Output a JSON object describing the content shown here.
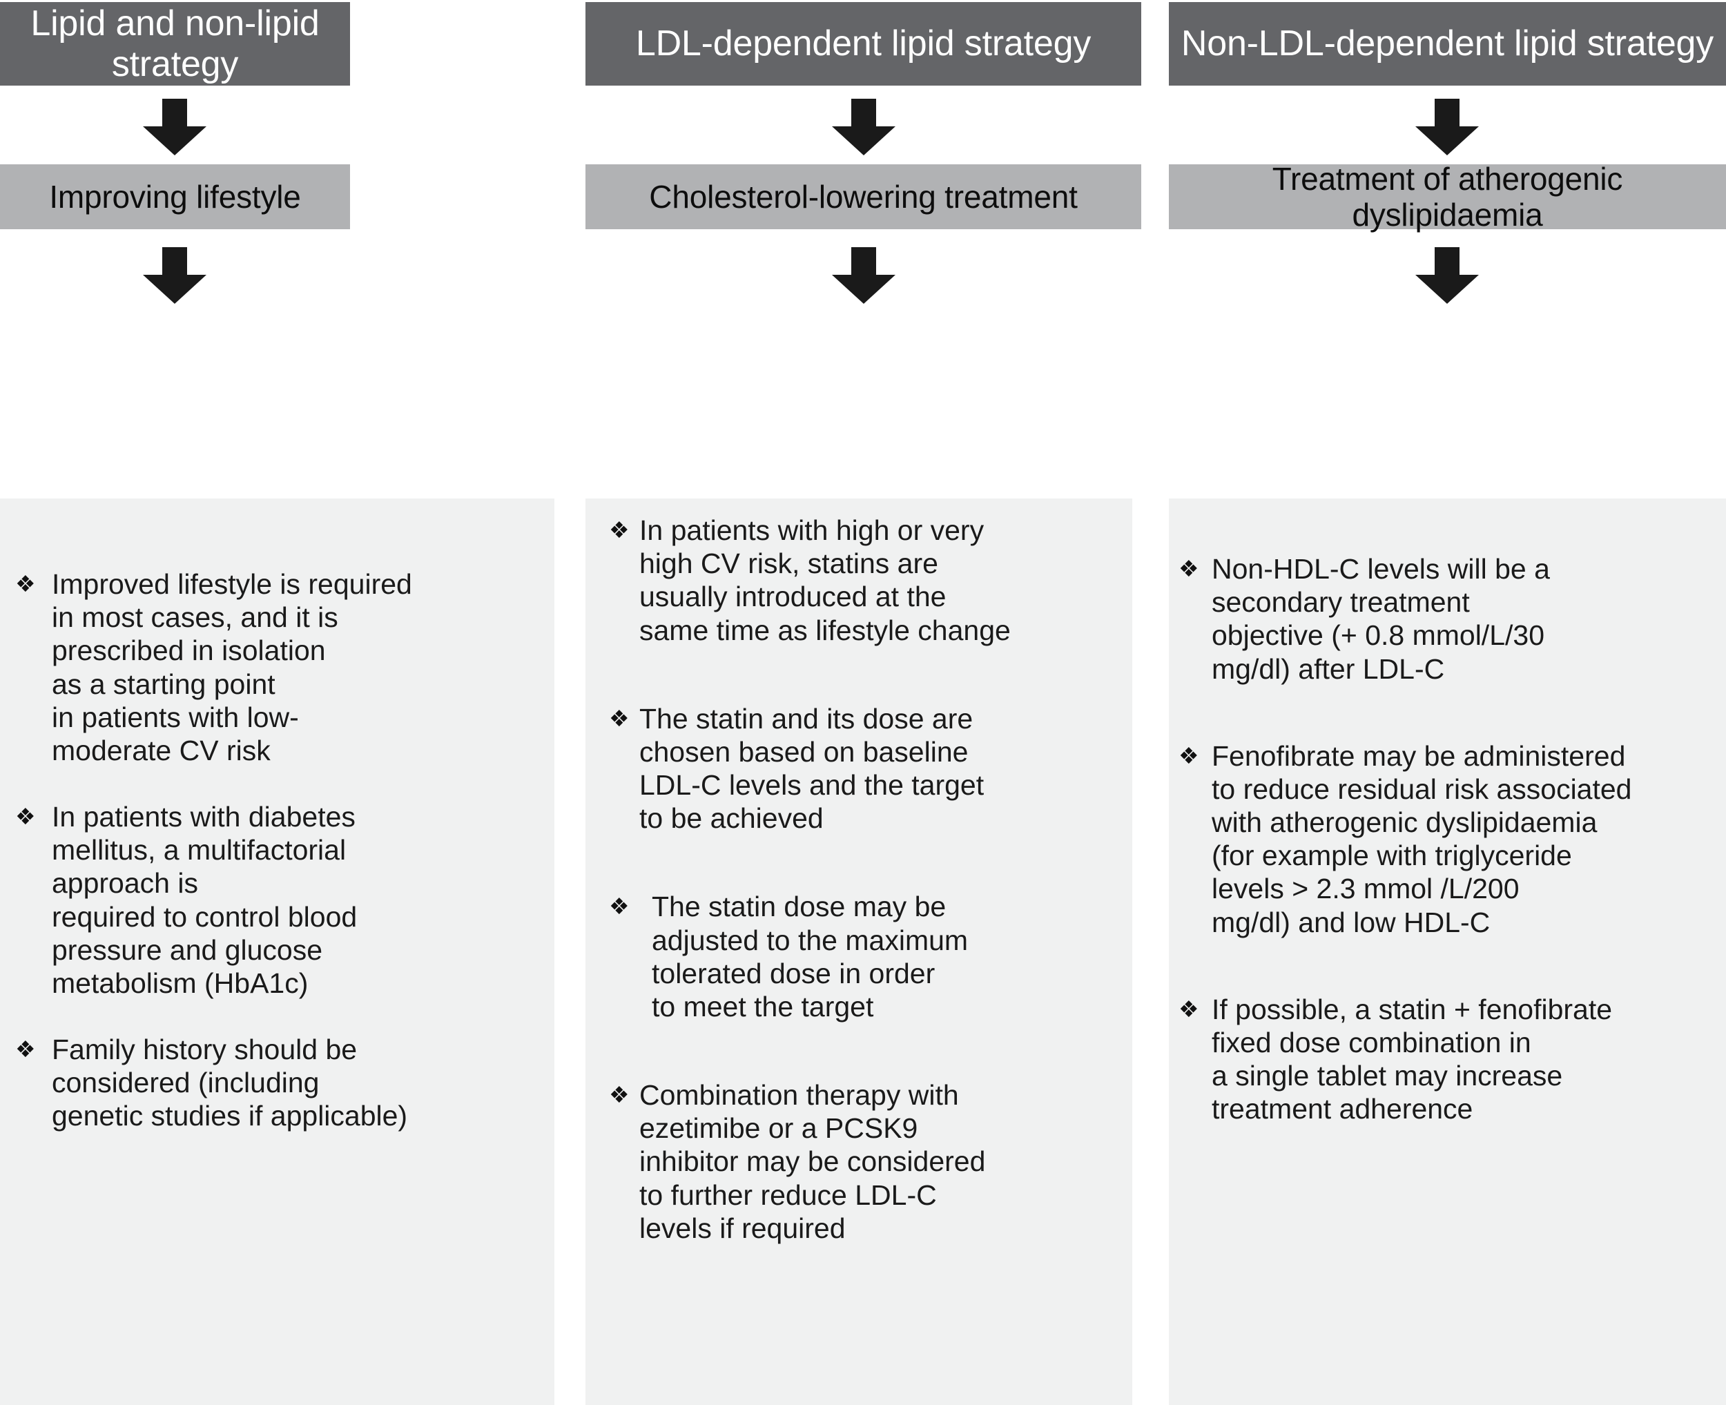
{
  "columns": [
    {
      "header": "Lipid and non-lipid strategy",
      "subheader": "Improving lifestyle",
      "bullet_glyph": "❖",
      "bullets": [
        "Improved lifestyle is required\nin most cases, and it is\nprescribed in isolation\nas a starting point\nin patients with low-\nmoderate CV risk",
        "In patients with diabetes\nmellitus, a multifactorial\napproach is\nrequired to control blood\npressure and glucose\nmetabolism (HbA1c)",
        "Family history should be\nconsidered (including\ngenetic studies if applicable)"
      ]
    },
    {
      "header": "LDL-dependent lipid strategy",
      "subheader": "Cholesterol-lowering treatment",
      "bullet_glyph": "❖",
      "bullets": [
        "In patients with high or very\nhigh CV risk, statins are\nusually introduced at the\nsame time as lifestyle change",
        "The statin and its dose are\nchosen based on baseline\nLDL-C levels and the target\nto be achieved",
        "The statin dose may be\nadjusted to the maximum\ntolerated dose in order\nto meet the target",
        "Combination therapy with\nezetimibe or a PCSK9\ninhibitor may be considered\nto further reduce LDL-C\nlevels if required"
      ]
    },
    {
      "header": "Non-LDL-dependent lipid strategy",
      "subheader": "Treatment of atherogenic dyslipidaemia",
      "bullet_glyph": "❖",
      "bullets": [
        "Non-HDL-C levels will be a\nsecondary treatment\nobjective (+ 0.8 mmol/L/30\nmg/dl) after LDL-C",
        "Fenofibrate may be administered\nto reduce residual risk associated\nwith atherogenic dyslipidaemia\n(for example with triglyceride\nlevels > 2.3 mmol /L/200\nmg/dl) and low HDL-C",
        "If possible, a statin + fenofibrate\nfixed dose combination in\na single tablet may increase\ntreatment adherence"
      ]
    }
  ],
  "colors": {
    "header_background": "#646568",
    "header_text": "#ffffff",
    "subheader_background": "#b1b2b4",
    "subheader_text": "#0d0d0d",
    "body_background": "#f0f1f1",
    "body_text": "#1a1a1a",
    "arrow": "#1a1a1a",
    "page_background": "#ffffff"
  },
  "icons": {
    "arrow_down": "down-arrow-icon"
  }
}
